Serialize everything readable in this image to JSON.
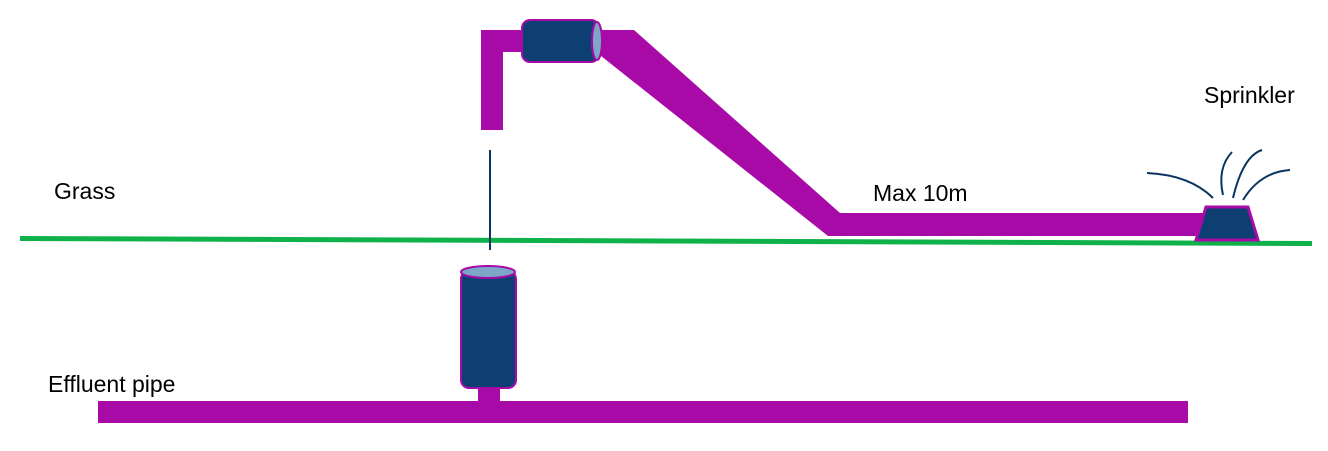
{
  "labels": {
    "sprinkler": "Sprinkler",
    "grass": "Grass",
    "max_length": "Max 10m",
    "effluent_pipe": "Effluent pipe"
  },
  "colors": {
    "pipe": "#a80aa8",
    "pipe_stroke": "#8a1a8a",
    "component_fill": "#0e3f72",
    "component_top": "#7ea6c8",
    "grass_line": "#0fb14a",
    "spray": "#0b3561",
    "drop_line": "#0b3561"
  },
  "icons": {
    "filter_vertical": "vertical-filter-canister-icon",
    "filter_horizontal": "horizontal-filter-canister-icon",
    "sprinkler": "sprinkler-head-icon"
  }
}
